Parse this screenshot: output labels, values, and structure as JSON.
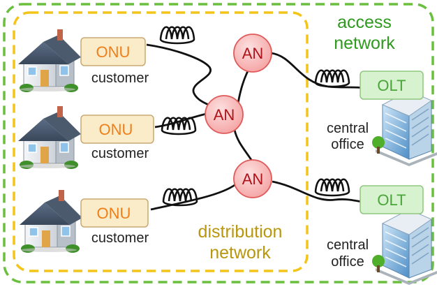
{
  "access_network": {
    "title_line1": "access",
    "title_line2": "network",
    "border_color": "#6bbf3f",
    "title_color": "#2f9a1f"
  },
  "distribution_network": {
    "title_line1": "distribution",
    "title_line2": "network",
    "border_color": "#f3c41a",
    "title_color": "#b8960e"
  },
  "onus": [
    {
      "label": "ONU",
      "caption": "customer"
    },
    {
      "label": "ONU",
      "caption": "customer"
    },
    {
      "label": "ONU",
      "caption": "customer"
    }
  ],
  "access_nodes": [
    {
      "label": "AN"
    },
    {
      "label": "AN"
    },
    {
      "label": "AN"
    }
  ],
  "olts": [
    {
      "label": "OLT",
      "caption_line1": "central",
      "caption_line2": "office"
    },
    {
      "label": "OLT",
      "caption_line1": "central",
      "caption_line2": "office"
    }
  ],
  "colors": {
    "onu_fill": "#fbecc9",
    "onu_text": "#ef7f1a",
    "an_fill": "#f9b9b9",
    "an_stroke": "#e05a5a",
    "an_text": "#b0121a",
    "olt_fill": "#d7f2cf",
    "olt_text": "#4aa43a",
    "fiber": "#111111"
  },
  "icons": {
    "customer": "house-icon",
    "central_office": "office-building-icon",
    "fiber_spool": "fiber-coil-icon"
  }
}
